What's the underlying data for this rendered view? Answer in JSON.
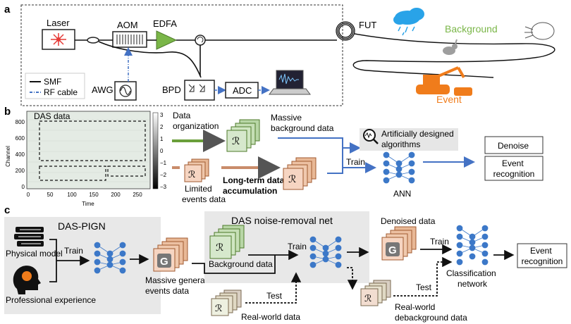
{
  "colors": {
    "blue_link": "#4472c4",
    "laser_red": "#e53935",
    "edfa_green": "#7ab648",
    "background_green": "#7ab648",
    "event_orange": "#f07c1b",
    "sky_blue": "#29a3e8",
    "gray_panel": "#e8e8e8",
    "card_green": "#d6e8cc",
    "card_peach": "#f6d5c2",
    "ann_node": "#3c78c8"
  },
  "panel_a": {
    "letter": "a",
    "laser": "Laser",
    "aom": "AOM",
    "edfa": "EDFA",
    "fut": "FUT",
    "awg": "AWG",
    "bpd": "BPD",
    "adc": "ADC",
    "legend_smf": "SMF",
    "legend_rf": "RF cable",
    "background": "Background",
    "event": "Event"
  },
  "panel_b": {
    "letter": "b",
    "das_data": "DAS data",
    "y_axis_label": "Channel",
    "x_axis_label": "Time",
    "y_ticks": [
      "800",
      "600",
      "400",
      "200",
      "0"
    ],
    "x_ticks": [
      "0",
      "50",
      "100",
      "150",
      "200",
      "250"
    ],
    "colorbar_ticks": [
      "3",
      "2",
      "1",
      "0",
      "−1",
      "−2",
      "−3"
    ],
    "data_organization": "Data\norganization",
    "massive_background": "Massive\nbackground data",
    "limited_events": "Limited\nevents data",
    "long_term": "Long-term data\naccumulation",
    "artificial": "Artificially designed\nalgorithms",
    "train": "Train",
    "ann": "ANN",
    "denoise": "Denoise",
    "event_recognition": "Event\nrecognition",
    "card_glyph": "ℛ"
  },
  "panel_c": {
    "letter": "c",
    "das_pign": "DAS-PIGN",
    "physical_model": "Physical model",
    "professional_experience": "Professional experience",
    "train": "Train",
    "massive_generated": "Massive generated\nevents data",
    "generator_glyph": "G",
    "noise_removal_net": "DAS noise-removal net",
    "background_data": "Background data",
    "train2": "Train",
    "test": "Test",
    "real_world_data": "Real-world data",
    "denoised_data": "Denoised data",
    "train3": "Train",
    "test2": "Test",
    "real_world_debackground": "Real-world\ndebackground data",
    "classification_network": "Classification\nnetwork",
    "event_recognition": "Event\nrecognition"
  }
}
